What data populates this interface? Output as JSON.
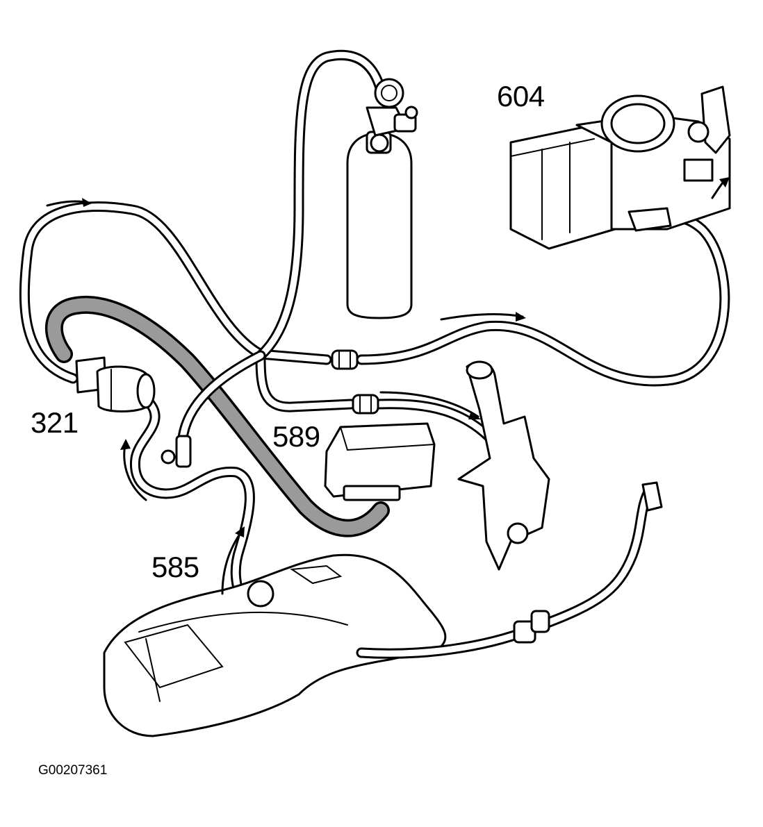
{
  "callouts": {
    "c604": "604",
    "c321": "321",
    "c589": "589",
    "c585": "585"
  },
  "figure_id": "G00207361",
  "colors": {
    "line": "#000000",
    "background": "#ffffff",
    "hose_fill": "#9a9a9a"
  }
}
